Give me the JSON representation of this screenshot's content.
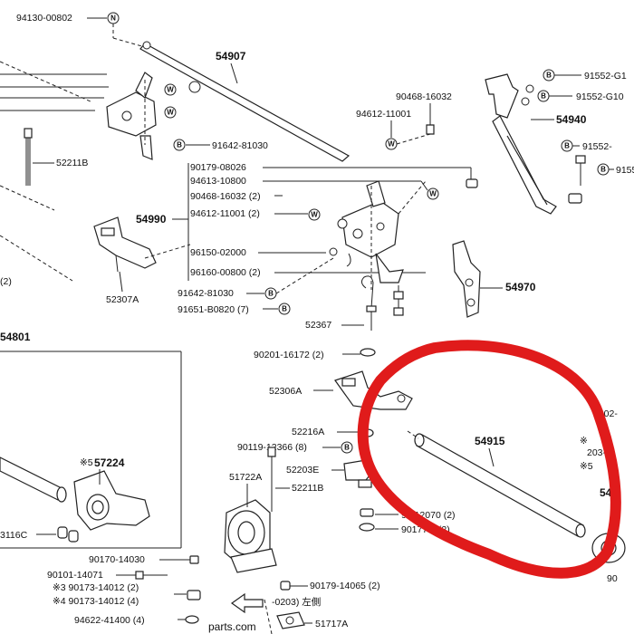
{
  "labels": {
    "p94130": "94130-00802",
    "p54907": "54907",
    "p90468a": "90468-16032",
    "p94612a": "94612-11001",
    "p91552a": "91552-G1",
    "p91552b": "91552-G10",
    "p54940": "54940",
    "p91552c": "91552-",
    "p9155": "9155",
    "p52211a": "52211B",
    "p91642a": "91642-81030",
    "p90179a": "90179-08026",
    "p94613": "94613-10800",
    "p90468b": "90468-16032 (2)",
    "p54990": "54990",
    "p94612b": "94612-11001 (2)",
    "p96150": "96150-02000",
    "p96160": "96160-00800 (2)",
    "p52307": "52307A",
    "p91642b": "91642-81030",
    "p91651": "91651-B0820 (7)",
    "p54970": "54970",
    "p2left": "(2)",
    "p52367": "52367",
    "p54801": "54801",
    "p90201": "90201-16172 (2)",
    "p52306": "52306A",
    "p54915": "54915",
    "p52216": "52216A",
    "p90119": "90119-12366 (8)",
    "p57224": "57224",
    "pstar5a": "※5",
    "p52203": "52203E",
    "p51722": "51722A",
    "p52211b": "52211B",
    "p0902": "0902-",
    "pstar_a": "※",
    "p203": "203-",
    "pstar5b": "※5",
    "p54r": "54",
    "p9012070": "90 12070 (2)",
    "p90177": "90177 4 (2)",
    "p3116": "3116C",
    "p90170": "90170-14030",
    "p90101": "90101-14071",
    "p90173a": "※3 90173-14012 (2)",
    "p90173b": "※4 90173-14012 (4)",
    "p90179b": "90179-14065 (2)",
    "p0203": "-0203) 左側",
    "p90rt": "90",
    "p94622": "94622-41400 (4)",
    "p51717": "51717A",
    "watermark": "parts.com"
  },
  "symbols": {
    "w": "W",
    "b": "B",
    "n": "N"
  },
  "highlight_color": "#e01b1b",
  "line_color": "#222222"
}
